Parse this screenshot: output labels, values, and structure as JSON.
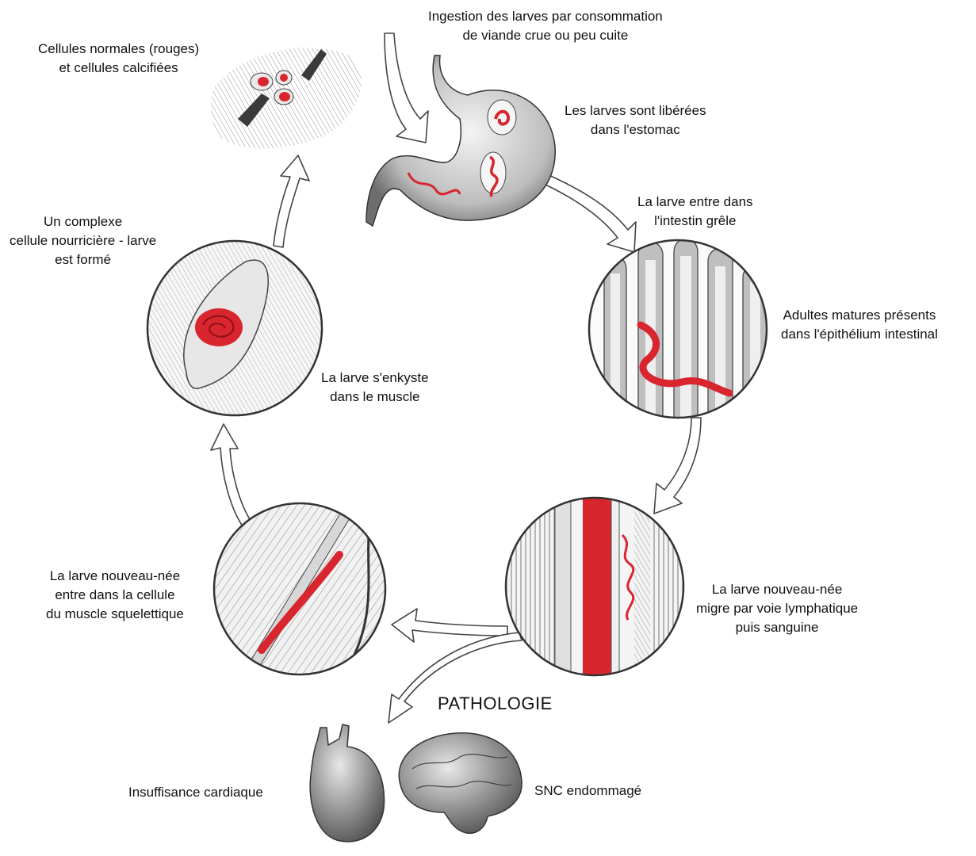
{
  "labels": {
    "ingestion": [
      "Ingestion des larves par consommation",
      "de viande crue ou peu cuite"
    ],
    "stomach": [
      "Les larves sont libérées",
      "dans l'estomac"
    ],
    "intestine_entry": [
      "La larve entre dans",
      "l'intestin grêle"
    ],
    "adults": [
      "Adultes matures présents",
      "dans l'épithélium intestinal"
    ],
    "migration": [
      "La larve nouveau-née",
      "migre par voie lymphatique",
      "puis sanguine"
    ],
    "muscle_entry": [
      "La larve nouveau-née",
      "entre dans la cellule",
      "du muscle squelettique"
    ],
    "encyst": [
      "La larve s'enkyste",
      "dans le muscle"
    ],
    "complex": [
      "Un complexe",
      "cellule nourricière - larve",
      "est formé"
    ],
    "calcified": [
      "Cellules normales (rouges)",
      "et cellules calcifiées"
    ]
  },
  "pathology": {
    "title": "PATHOLOGIE",
    "heart": "Insuffisance cardiaque",
    "brain": "SNC endommagé"
  },
  "colors": {
    "worm": "#d8252e",
    "outline": "#333333",
    "shade": "#9a9a9a",
    "arrow_fill": "#ffffff"
  }
}
